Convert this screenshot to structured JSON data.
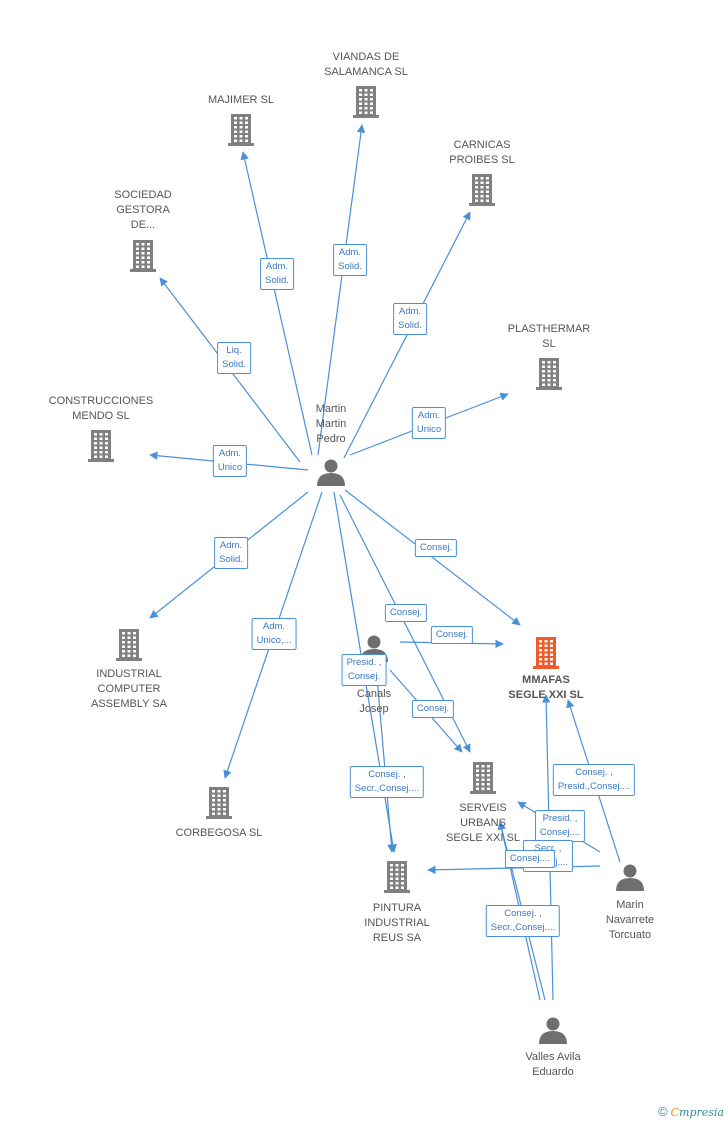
{
  "colors": {
    "company": "#808080",
    "focus": "#f15a29",
    "person": "#6f6f6f",
    "edge": "#4a90d9"
  },
  "companies": [
    {
      "id": "viandas",
      "label": "VIANDAS DE\nSALAMANCA SL"
    },
    {
      "id": "majimer",
      "label": "MAJIMER SL"
    },
    {
      "id": "carnicas",
      "label": "CARNICAS\nPROIBES  SL"
    },
    {
      "id": "sociedad",
      "label": "SOCIEDAD\nGESTORA\nDE..."
    },
    {
      "id": "plasthermar",
      "label": "PLASTHERMAR\nSL"
    },
    {
      "id": "construcciones",
      "label": "CONSTRUCCIONES\nMENDO SL"
    },
    {
      "id": "industrial",
      "label": "INDUSTRIAL\nCOMPUTER\nASSEMBLY SA"
    },
    {
      "id": "corbegosa",
      "label": "CORBEGOSA SL"
    },
    {
      "id": "mmafas",
      "label": "MMAFAS\nSEGLE XXI SL",
      "focus": true
    },
    {
      "id": "serveis",
      "label": "SERVEIS\nURBANS\nSEGLE XXI SL"
    },
    {
      "id": "pintura",
      "label": "PINTURA\nINDUSTRIAL\nREUS SA"
    }
  ],
  "people": [
    {
      "id": "martin",
      "label": "Martin\nMartin\nPedro"
    },
    {
      "id": "canals",
      "label": "...a\nCanals\nJosep"
    },
    {
      "id": "navarrete",
      "label": "Marin\nNavarrete\nTorcuato"
    },
    {
      "id": "valles",
      "label": "Valles Avila\nEduardo"
    }
  ],
  "roles": [
    {
      "id": "r_majimer",
      "text": "Adm.\nSolid."
    },
    {
      "id": "r_viandas",
      "text": "Adm.\nSolid."
    },
    {
      "id": "r_carnicas",
      "text": "Adm.\nSolid."
    },
    {
      "id": "r_sociedad",
      "text": "Liq.\nSolid."
    },
    {
      "id": "r_plasthermar",
      "text": "Adm.\nUnico"
    },
    {
      "id": "r_construcciones",
      "text": "Adm.\nUnico"
    },
    {
      "id": "r_industrial",
      "text": "Adm.\nSolid."
    },
    {
      "id": "r_corbegosa",
      "text": "Adm.\nUnico,..."
    },
    {
      "id": "r_martin_mmafas",
      "text": "Consej."
    },
    {
      "id": "r_martin_serveis",
      "text": "Consej."
    },
    {
      "id": "r_canals_mmafas",
      "text": "Consej."
    },
    {
      "id": "r_canals_pintura",
      "text": "Presid. ,\nConsej."
    },
    {
      "id": "r_canals_serveis",
      "text": "Consej."
    },
    {
      "id": "r_martin_pintura",
      "text": "Consej. ,\nSecr.,Consej...."
    },
    {
      "id": "r_nav_mmafas",
      "text": "Consej. ,\nPresid.,Consej...."
    },
    {
      "id": "r_nav_serveis",
      "text": "Presid. ,\nConsej...."
    },
    {
      "id": "r_valles_mmafas",
      "text": "Secr. ,\nConsej...."
    },
    {
      "id": "r_nav_pintura",
      "text": "Consej...."
    },
    {
      "id": "r_valles_serveis",
      "text": "Consej. ,\nSecr.,Consej...."
    }
  ],
  "footer": {
    "symbol": "©",
    "brand_e": "C",
    "brand_rest": "mpresia"
  }
}
